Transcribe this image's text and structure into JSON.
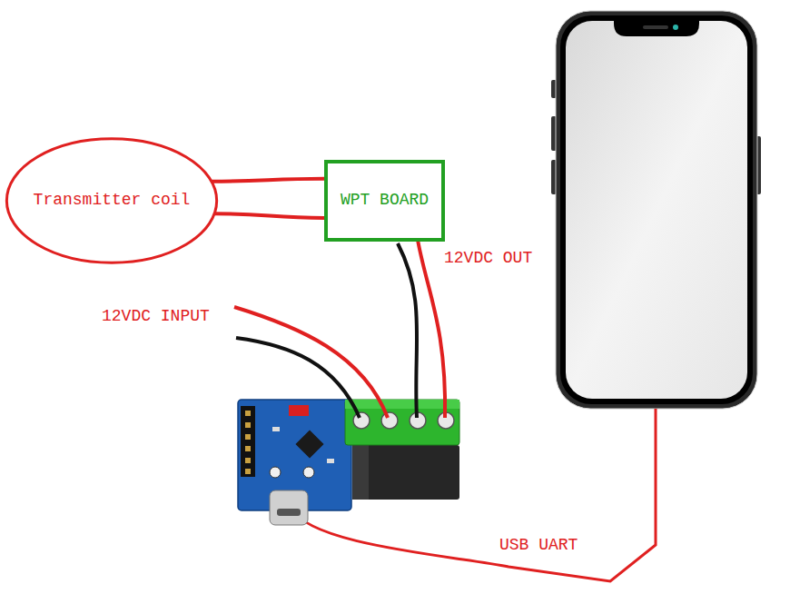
{
  "diagram": {
    "nodes": [
      {
        "text": [
          "Transmitter coil"
        ]
      },
      {
        "text": [
          "WPT BOARD"
        ]
      }
    ],
    "edges": [
      {
        "from": 0,
        "to": 1,
        "arrow": "none"
      },
      {
        "from": 0,
        "to": 1,
        "arrow": "none"
      }
    ],
    "labels": [
      "12VDC OUT",
      "12VDC INPUT",
      "USB UART"
    ]
  }
}
